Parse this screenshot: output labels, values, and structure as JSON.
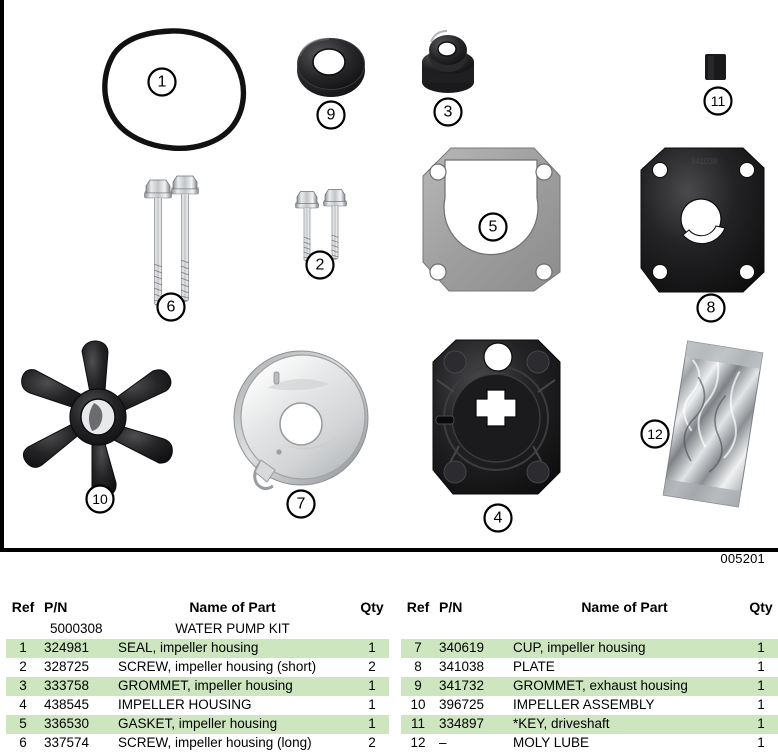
{
  "diagram": {
    "drawing_number": "005201",
    "callouts": [
      {
        "ref": "1",
        "part": "seal-ring"
      },
      {
        "ref": "9",
        "part": "grommet-exhaust-housing"
      },
      {
        "ref": "3",
        "part": "grommet-impeller-housing"
      },
      {
        "ref": "11",
        "part": "key-driveshaft"
      },
      {
        "ref": "6",
        "part": "screw-long"
      },
      {
        "ref": "2",
        "part": "screw-short"
      },
      {
        "ref": "5",
        "part": "gasket-impeller-housing"
      },
      {
        "ref": "8",
        "part": "plate"
      },
      {
        "ref": "10",
        "part": "impeller-assembly"
      },
      {
        "ref": "7",
        "part": "cup-impeller-housing"
      },
      {
        "ref": "4",
        "part": "impeller-housing"
      },
      {
        "ref": "12",
        "part": "moly-lube"
      }
    ]
  },
  "table": {
    "headers": {
      "ref": "Ref",
      "pn": "P/N",
      "name": "Name of Part",
      "qty": "Qty"
    },
    "kit_row": {
      "pn": "5000308",
      "name": "WATER PUMP KIT"
    },
    "left_rows": [
      {
        "ref": "1",
        "pn": "324981",
        "name": "SEAL, impeller housing",
        "qty": "1"
      },
      {
        "ref": "2",
        "pn": "328725",
        "name": "SCREW, impeller housing (short)",
        "qty": "2"
      },
      {
        "ref": "3",
        "pn": "333758",
        "name": "GROMMET, impeller housing",
        "qty": "1"
      },
      {
        "ref": "4",
        "pn": "438545",
        "name": "IMPELLER HOUSING",
        "qty": "1"
      },
      {
        "ref": "5",
        "pn": "336530",
        "name": "GASKET, impeller housing",
        "qty": "1"
      },
      {
        "ref": "6",
        "pn": "337574",
        "name": "SCREW, impeller housing (long)",
        "qty": "2"
      }
    ],
    "right_rows": [
      {
        "ref": "7",
        "pn": "340619",
        "name": "CUP, impeller housing",
        "qty": "1"
      },
      {
        "ref": "8",
        "pn": "341038",
        "name": "PLATE",
        "qty": "1"
      },
      {
        "ref": "9",
        "pn": "341732",
        "name": "GROMMET, exhaust housing",
        "qty": "1"
      },
      {
        "ref": "10",
        "pn": "396725",
        "name": "IMPELLER ASSEMBLY",
        "qty": "1"
      },
      {
        "ref": "11",
        "pn": "334897",
        "name": "*KEY, driveshaft",
        "qty": "1"
      },
      {
        "ref": "12",
        "pn": "–",
        "name": "MOLY LUBE",
        "qty": "1"
      }
    ]
  },
  "colors": {
    "stripe": "#cde6c0",
    "part_black": "#1a1a1a",
    "part_metal": "#c8cacc",
    "part_gasket": "#a6a6a6"
  }
}
